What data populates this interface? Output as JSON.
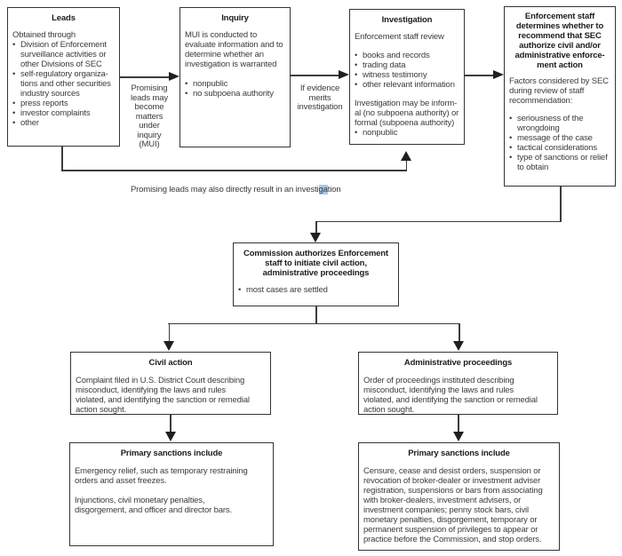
{
  "bullet_char": "•",
  "colors": {
    "line": "#3c3c3c",
    "box_border": "#343434",
    "selection_highlight": "#a9c7ef"
  },
  "boxes": {
    "leads": {
      "title": "Leads",
      "intro": "Obtained through",
      "bullets": [
        "Division of Enforcement\nsurveillance activities or\nother Divisions of SEC",
        "self-regulatory organiza-\ntions and other securities\nindustry sources",
        "press reports",
        "investor complaints",
        "other"
      ]
    },
    "inquiry": {
      "title": "Inquiry",
      "intro": "MUI is conducted to\nevaluate information and to\ndetermine whether an\ninvestigation is warranted",
      "bullets": [
        "nonpublic",
        "no subpoena authority"
      ]
    },
    "investigation": {
      "title": "Investigation",
      "intro": "Enforcement staff review",
      "bullets": [
        "books and records",
        "trading data",
        "witness testimony",
        "other relevant information"
      ],
      "note": "Investigation may be inform-\nal (no subpoena authority) or\nformal (subpoena authority)",
      "bullets2": [
        "nonpublic"
      ]
    },
    "enforcement": {
      "title": "Enforcement staff\ndetermines whether to\nrecommend that SEC\nauthorize civil and/or\nadministrative enforce-\nment action",
      "intro": "Factors considered by SEC\nduring review of staff\nrecommendation:",
      "bullets": [
        "seriousness of the\nwrongdoing",
        "message of the case",
        "tactical considerations",
        "type of sanctions or relief\nto obtain"
      ]
    },
    "commission": {
      "title": "Commission authorizes Enforcement\nstaff to initiate civil action,\nadministrative proceedings",
      "bullets": [
        "most cases are settled"
      ]
    },
    "civil": {
      "title": "Civil action",
      "body": "Complaint filed in U.S. District Court describing\nmisconduct, identifying the laws and rules\nviolated, and identifying the sanction or remedial\naction sought."
    },
    "admin": {
      "title": "Administrative proceedings",
      "body": "Order of proceedings instituted describing\nmisconduct, identifying the laws and rules\nviolated, and identifying the sanction or remedial\naction sought."
    },
    "civil_sanctions": {
      "title": "Primary sanctions include",
      "body": "Emergency relief, such as temporary restraining\norders and asset freezes.\n\nInjunctions, civil monetary penalties,\ndisgorgement, and officer and director bars."
    },
    "admin_sanctions": {
      "title": "Primary sanctions include",
      "body": "Censure, cease and desist orders, suspension or\nrevocation of broker-dealer or investment adviser\nregistration, suspensions or bars from associating\nwith broker-dealers, investment advisers, or\ninvestment companies; penny stock bars, civil\nmonetary penalties, disgorgement, temporary or\npermanent suspension of privileges to appear or\npractice before the Commission, and stop orders."
    }
  },
  "labels": {
    "promising": "Promising\nleads may\nbecome\nmatters\nunder\ninquiry\n(MUI)",
    "evidence": "If evidence\nmerits\ninvestigation",
    "note_pre": "Promising leads may also directly result in an investi",
    "note_highlight": "ga",
    "note_post": "tion"
  }
}
